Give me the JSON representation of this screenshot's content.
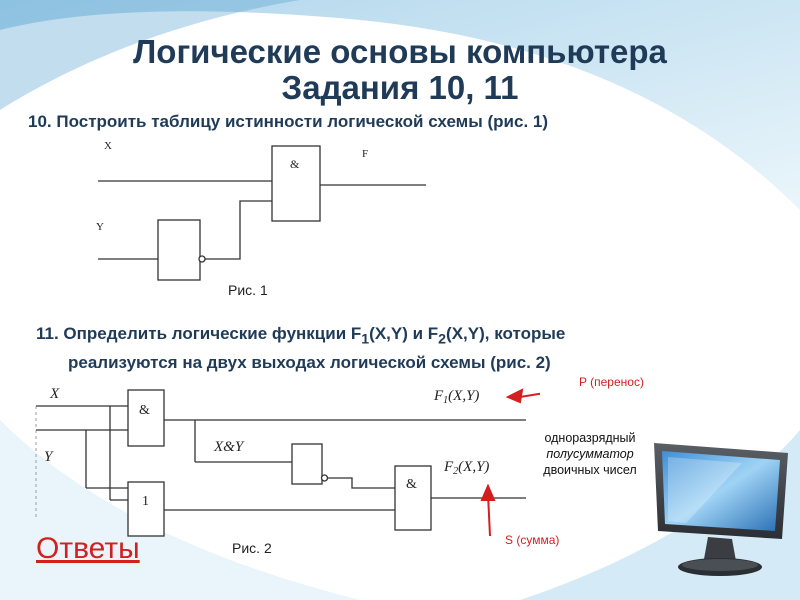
{
  "title": {
    "line1": "Логические основы компьютера",
    "line2": "Задания 10, 11"
  },
  "task10": {
    "text": "10. Построить таблицу истинности логической схемы (рис. 1)",
    "caption": "Рис. 1",
    "input_x": "X",
    "input_y": "Y",
    "output": "F",
    "and_gate_symbol": "&"
  },
  "task11": {
    "line1_prefix": "11. Определить логические функции F",
    "sub1": "1",
    "line1_mid": "(X,Y) и F",
    "sub2": "2",
    "line1_suffix": "(X,Y), которые",
    "line2": "реализуются на  двух выходах логической схемы (рис. 2)",
    "caption": "Рис. 2",
    "input_x": "X",
    "input_y": "Y",
    "and_gate_symbol": "&",
    "or_gate_symbol": "1",
    "xy_label": "X&Y",
    "f1_label": "F",
    "f1_sub": "1",
    "f1_args": "(X,Y)",
    "f2_label": "F",
    "f2_sub": "2",
    "f2_args": "(X,Y)"
  },
  "annotations": {
    "carry": "P (перенос)",
    "sum": "S  (сумма)",
    "adder_line1": "одноразрядный",
    "adder_line2": "полусумматор",
    "adder_line3": "двоичных чисел"
  },
  "answers_link": "Ответы",
  "colors": {
    "title": "#1f3b57",
    "accent_red": "#d21f1f",
    "background_swoosh": "#8fc6e3"
  },
  "icons": {
    "monitor": "computer-monitor-icon"
  }
}
